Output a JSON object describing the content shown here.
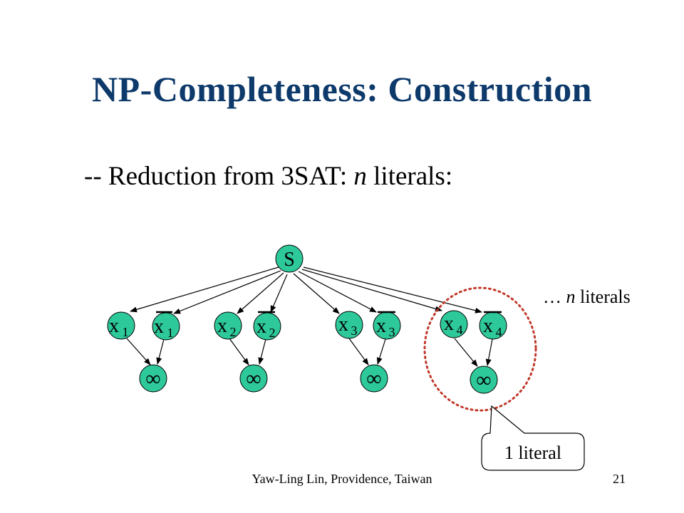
{
  "slide": {
    "title": "NP-Completeness: Construction",
    "subtitle_prefix": "-- Reduction from 3SAT: ",
    "subtitle_n": "n",
    "subtitle_suffix": " literals:",
    "annotation_prefix": "… ",
    "annotation_n": "n",
    "annotation_suffix": " literals",
    "callout_label": "1 literal",
    "footer_author": "Yaw-Ling Lin, Providence, Taiwan",
    "page_number": "21"
  },
  "graph": {
    "source_label": "S",
    "infinity_label": "∞",
    "literal_groups": [
      {
        "var": "x",
        "sub": "1"
      },
      {
        "var": "x",
        "sub": "2"
      },
      {
        "var": "x",
        "sub": "3"
      },
      {
        "var": "x",
        "sub": "4"
      }
    ]
  },
  "colors": {
    "title": "#0d3a6b",
    "node_fill": "#2ec99a",
    "callout_circle": "#c0392b"
  }
}
